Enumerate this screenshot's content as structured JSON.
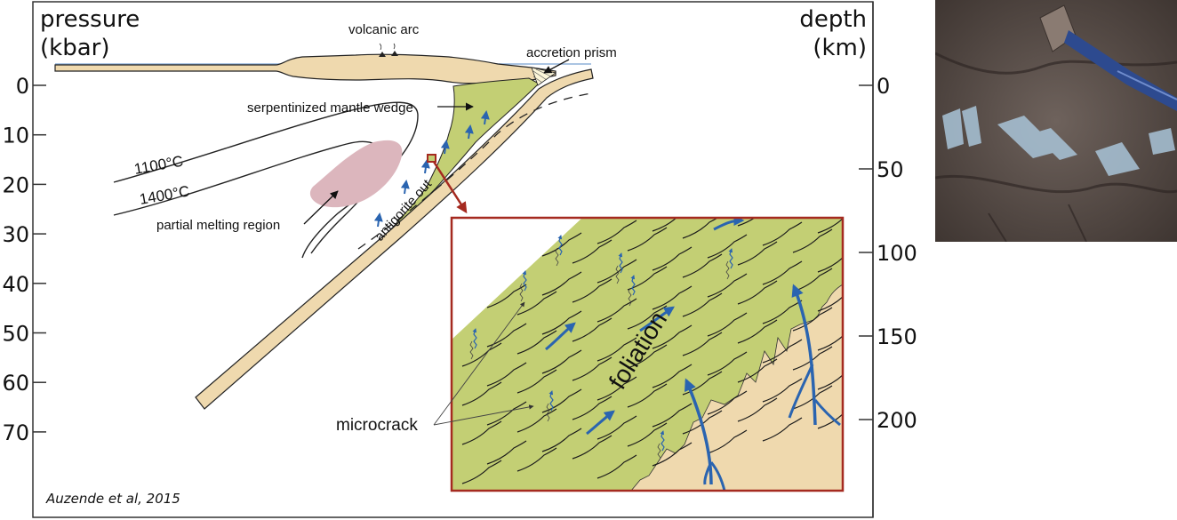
{
  "figure": {
    "title": "Subduction zone cross-section with serpentinized mantle wedge",
    "citation": "Auzende et al, 2015",
    "colors": {
      "crust": "#efd9ae",
      "serpentinite": "#c3cf74",
      "melt": "#dcb6bd",
      "inset_frame": "#a52a20",
      "fluid_arrow": "#2a64b0",
      "sea_level": "#8fb0d8",
      "frame": "#333333"
    }
  },
  "left_axis": {
    "title_line1": "pressure",
    "title_line2": "(kbar)",
    "ticks": [
      "0",
      "10",
      "20",
      "30",
      "40",
      "50",
      "60",
      "70"
    ]
  },
  "right_axis": {
    "title_line1": "depth",
    "title_line2": "(km)",
    "ticks": [
      "0",
      "50",
      "100",
      "150",
      "200"
    ]
  },
  "labels": {
    "volcanic_arc": "volcanic arc",
    "accretion_prism": "accretion prism",
    "mantle_wedge": "serpentinized mantle wedge",
    "isotherm_1100": "1100°C",
    "isotherm_1400": "1400°C",
    "partial_melting": "partial melting region",
    "antigorite_out": "antigorite out",
    "microcrack": "microcrack",
    "foliation": "foliation"
  },
  "photo": {
    "description": "Outcrop photo of foliated serpentinite with rock hammer"
  }
}
